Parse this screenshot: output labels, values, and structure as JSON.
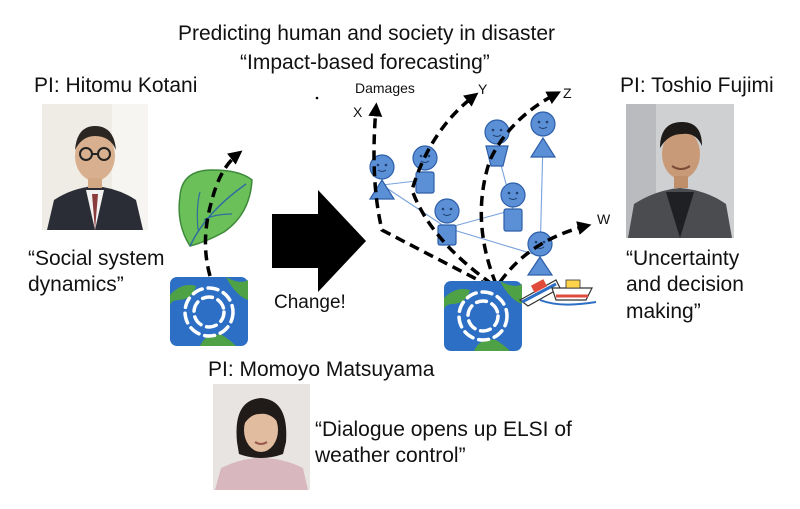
{
  "title": {
    "line1": "Predicting human and society in disaster",
    "line2": "“Impact-based forecasting”"
  },
  "pi_kotani": {
    "name": "PI: Hitomu Kotani",
    "quote": "“Social system\ndynamics”"
  },
  "pi_fujimi": {
    "name": "PI: Toshio Fujimi",
    "quote": "“Uncertainty\nand decision\nmaking”"
  },
  "pi_matsuyama": {
    "name": "PI: Momoyo Matsuyama",
    "quote": "“Dialogue opens up ELSI of\nweather control”"
  },
  "arrow_label": "Change!",
  "axis_labels": {
    "damages": "Damages",
    "x": "X",
    "y": "Y",
    "z": "Z",
    "w": "W"
  },
  "colors": {
    "person": "#5b8fd6",
    "person_stroke": "#2e5fa8",
    "leaf": "#6cc05a",
    "ocean": "#2d6fc4",
    "land": "#4fa146"
  }
}
